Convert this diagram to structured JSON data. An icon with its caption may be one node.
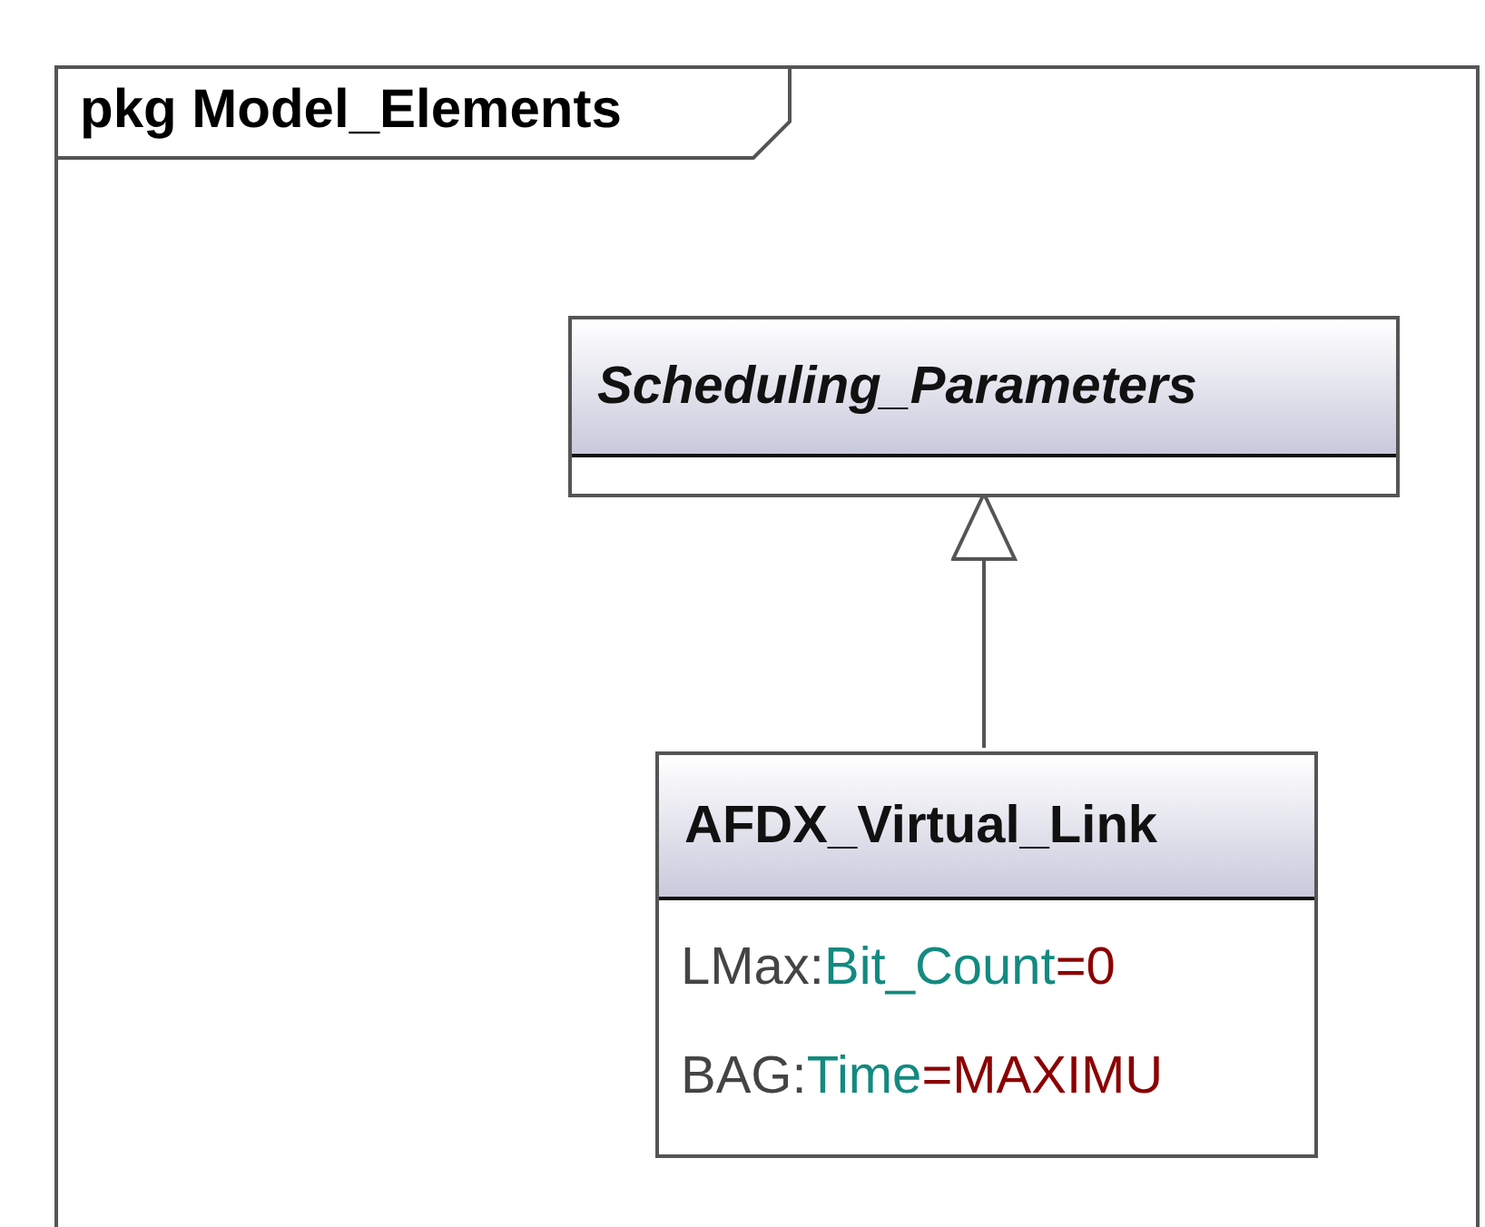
{
  "diagram": {
    "nodes": [
      {
        "text": [
          "pkg Model_Elements"
        ]
      },
      {
        "text": [
          "Scheduling_Parameters"
        ],
        "in": 0
      },
      {
        "text": [
          "AFDX_Virtual_Link",
          "LMax:Bit_Count=0",
          "BAG:Time=MAXIMU"
        ],
        "in": 0
      }
    ],
    "edges": [
      {
        "from": 2,
        "to": 1,
        "arrow": "to"
      }
    ]
  }
}
